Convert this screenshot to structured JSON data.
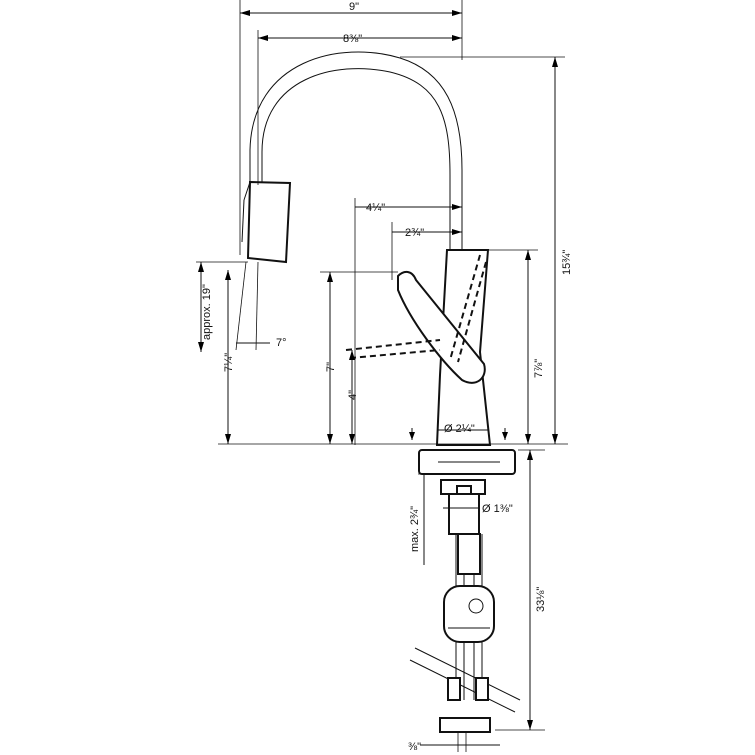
{
  "colors": {
    "line": "#111111",
    "background": "#ffffff"
  },
  "dimensions": {
    "width_overall": "9\"",
    "width_spout": "8⅜\"",
    "height_total": "15¾\"",
    "reach_handle": "4¼\"",
    "handle_offset": "2¾\"",
    "pullout_length": "approx. 19\"",
    "spray_angle": "7°",
    "spout_height": "7¼\"",
    "handle_height": "7\"",
    "handle_base_height": "4\"",
    "body_height": "7⅞\"",
    "base_diameter": "Ø 2¼\"",
    "deck_thickness": "max. 2¾\"",
    "shank_diameter": "Ø 1⅜\"",
    "hose_length": "33⅛\"",
    "hose_fitting": "⅜\""
  }
}
